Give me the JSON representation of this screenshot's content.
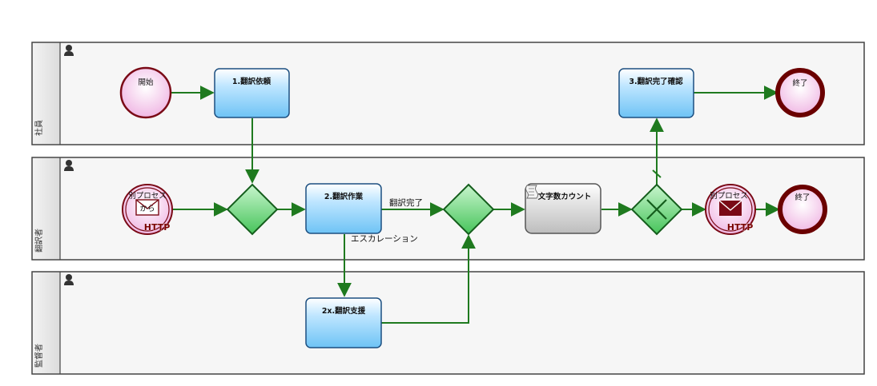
{
  "lanes": {
    "employee": "社員",
    "translator": "翻訳者",
    "supervisor": "監督者"
  },
  "events": {
    "start": "開始",
    "end_top": "終了",
    "end_mid": "終了",
    "msg_in_line1": "別プロセス",
    "msg_in_line2": "から",
    "msg_in_badge": "HTTP",
    "msg_out_line1": "別プロセス",
    "msg_out_badge": "HTTP"
  },
  "tasks": {
    "task1": "1.翻訳依頼",
    "task2": "2.翻訳作業",
    "task2x": "2x.翻訳支援",
    "task3": "3.翻訳完了確認",
    "script": "文字数カウント"
  },
  "edges": {
    "done": "翻訳完了",
    "escalation": "エスカレーション"
  },
  "colors": {
    "flow": "#1f7a1f",
    "task_fill": "#8fd3ff",
    "task_stroke": "#1c4f80",
    "gateway_fill": "#6fdc7d",
    "event_fill": "#f6d0ee",
    "event_stroke": "#7a0a16",
    "script_fill": "#d8d8d8"
  },
  "icons": {
    "lane": "person-icon",
    "receive": "envelope-icon",
    "send": "envelope-filled-icon",
    "script": "script-icon",
    "gateway_exclusive": "x-icon"
  }
}
